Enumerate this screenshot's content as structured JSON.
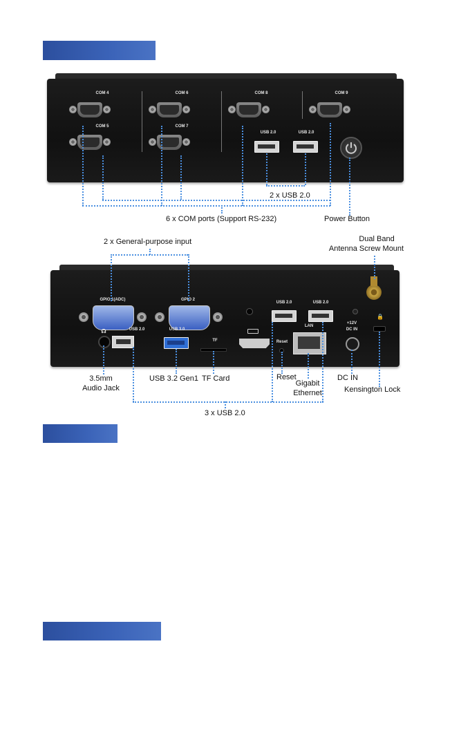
{
  "top_panel": {
    "com_labels": [
      "COM 4",
      "COM 6",
      "COM 8",
      "COM 9",
      "COM 5",
      "COM 7"
    ],
    "usb_port_labels": [
      "USB 2.0",
      "USB 2.0"
    ],
    "callouts": {
      "usb": "2 x USB 2.0",
      "com": "6 x COM ports (Support RS-232)",
      "power": "Power Button"
    }
  },
  "bottom_panel": {
    "port_labels": {
      "gpio1": "GPIO 1(ADC)",
      "gpio2": "GPIO 2",
      "usb20_a": "USB 2.0",
      "usb30": "USB 3.0",
      "tf": "TF",
      "reset": "Reset",
      "usb20_b": "USB 2.0",
      "usb20_c": "USB 2.0",
      "lan": "LAN",
      "dcin_top": "+12V",
      "dcin_bottom": "DC IN"
    },
    "callouts": {
      "gpio": "2 x General-purpose input",
      "antenna_line1": "Dual Band",
      "antenna_line2": "Antenna Screw Mount",
      "audio_line1": "3.5mm",
      "audio_line2": "Audio Jack",
      "usb32": "USB 3.2 Gen1",
      "tfcard": "TF Card",
      "reset": "Reset",
      "gigabit_line1": "Gigabit",
      "gigabit_line2": "Ethernet",
      "dcin": "DC IN",
      "kensington": "Kensington Lock",
      "usb20": "3 x USB 2.0"
    }
  },
  "colors": {
    "header_bar": "#3558ad",
    "callout_line": "#4a8fe0",
    "vga": "#3a5fc2",
    "usb3": "#2f6fd6"
  }
}
